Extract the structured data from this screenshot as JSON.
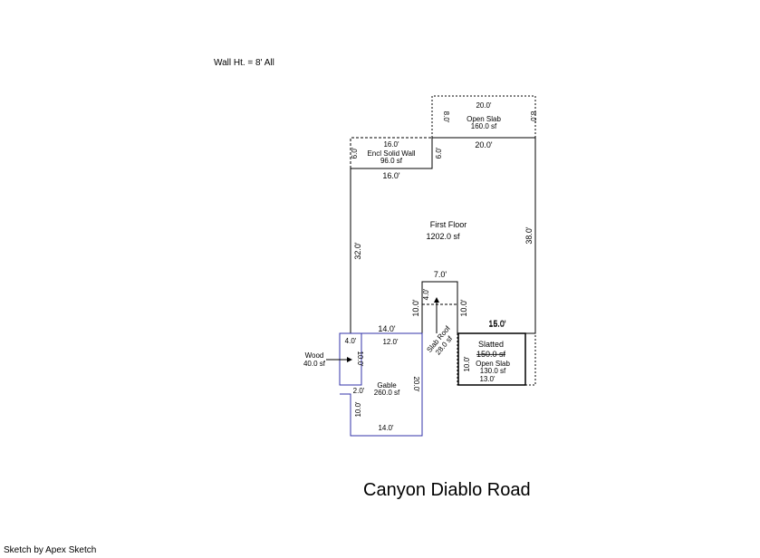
{
  "header": {
    "wall_height": "Wall Ht. = 8'  All"
  },
  "areas": {
    "first_floor": {
      "label": "First Floor",
      "area": "1202.0 sf"
    },
    "open_slab_top": {
      "label": "Open Slab",
      "area": "160.0 sf"
    },
    "encl_solid_wall": {
      "label": "Encl Solid Wall",
      "area": "96.0 sf"
    },
    "slab_roof": {
      "label": "Slab Roof",
      "area": "28.0 sf"
    },
    "slatted": {
      "label": "Slatted",
      "area": "150.0 sf"
    },
    "open_slab_bottom": {
      "label": "Open Slab",
      "area": "130.0 sf"
    },
    "gable": {
      "label": "Gable",
      "area": "260.0 sf"
    },
    "wood": {
      "label": "Wood",
      "area": "40.0 sf"
    }
  },
  "dimensions": {
    "open_slab_top_width": "20.0'",
    "open_slab_top_left": "8.0'",
    "open_slab_top_right": "8.0'",
    "encl_top": "16.0'",
    "encl_left": "6.0'",
    "encl_right": "6.0'",
    "ff_top_left": "16.0'",
    "ff_top_right": "20.0'",
    "ff_left": "32.0'",
    "ff_right": "38.0'",
    "notch_top": "7.0'",
    "notch_inner": "4.0'",
    "notch_left": "10.0'",
    "notch_right": "10.0'",
    "ff_bottom_left": "14.0'",
    "ff_bottom_right_a": "15.0'",
    "ff_bottom_right_b": "15.0'",
    "slab_inner_left": "10.0'",
    "slab_bottom": "13.0'",
    "wood_top": "4.0'",
    "wood_side": "10.0'",
    "gable_top": "12.0'",
    "gable_notch": "2.0'",
    "gable_right": "20.0'",
    "gable_left": "10.0'",
    "gable_bottom": "14.0'"
  },
  "street": "Canyon Diablo Road",
  "footer": "Sketch by Apex Sketch",
  "colors": {
    "line": "#000000",
    "gable": "#3333aa",
    "background": "#ffffff"
  }
}
